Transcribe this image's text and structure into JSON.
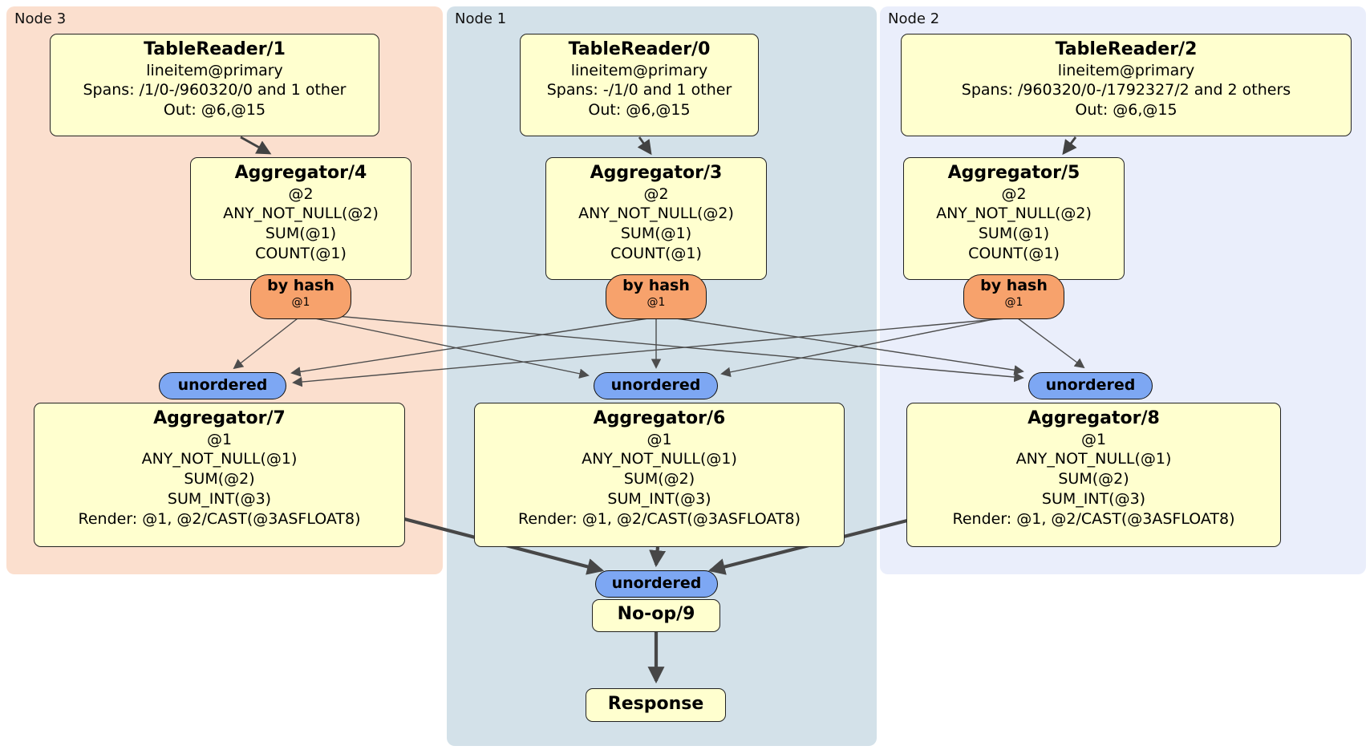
{
  "diagram": {
    "panels": [
      {
        "id": "node3",
        "label": "Node 3"
      },
      {
        "id": "node1",
        "label": "Node 1"
      },
      {
        "id": "node2",
        "label": "Node 2"
      }
    ],
    "processors": {
      "tr1": {
        "title": "TableReader/1",
        "lines": [
          "lineitem@primary",
          "Spans: /1/0-/960320/0 and 1 other",
          "Out: @6,@15"
        ]
      },
      "tr0": {
        "title": "TableReader/0",
        "lines": [
          "lineitem@primary",
          "Spans: -/1/0 and 1 other",
          "Out: @6,@15"
        ]
      },
      "tr2": {
        "title": "TableReader/2",
        "lines": [
          "lineitem@primary",
          "Spans: /960320/0-/1792327/2 and 2 others",
          "Out: @6,@15"
        ]
      },
      "agg4": {
        "title": "Aggregator/4",
        "lines": [
          "@2",
          "ANY_NOT_NULL(@2)",
          "SUM(@1)",
          "COUNT(@1)"
        ]
      },
      "agg3": {
        "title": "Aggregator/3",
        "lines": [
          "@2",
          "ANY_NOT_NULL(@2)",
          "SUM(@1)",
          "COUNT(@1)"
        ]
      },
      "agg5": {
        "title": "Aggregator/5",
        "lines": [
          "@2",
          "ANY_NOT_NULL(@2)",
          "SUM(@1)",
          "COUNT(@1)"
        ]
      },
      "agg7": {
        "title": "Aggregator/7",
        "lines": [
          "@1",
          "ANY_NOT_NULL(@1)",
          "SUM(@2)",
          "SUM_INT(@3)",
          "Render: @1, @2/CAST(@3ASFLOAT8)"
        ]
      },
      "agg6": {
        "title": "Aggregator/6",
        "lines": [
          "@1",
          "ANY_NOT_NULL(@1)",
          "SUM(@2)",
          "SUM_INT(@3)",
          "Render: @1, @2/CAST(@3ASFLOAT8)"
        ]
      },
      "agg8": {
        "title": "Aggregator/8",
        "lines": [
          "@1",
          "ANY_NOT_NULL(@1)",
          "SUM(@2)",
          "SUM_INT(@3)",
          "Render: @1, @2/CAST(@3ASFLOAT8)"
        ]
      },
      "noop": {
        "title": "No-op/9"
      },
      "response": {
        "title": "Response"
      }
    },
    "routers": {
      "by_hash": {
        "label": "by hash",
        "sub": "@1"
      }
    },
    "streams": {
      "unordered": {
        "label": "unordered"
      }
    },
    "edges": [
      "TableReader/1 -> Aggregator/4",
      "TableReader/0 -> Aggregator/3",
      "TableReader/2 -> Aggregator/5",
      "by-hash-4 -> unordered-7",
      "by-hash-4 -> unordered-6",
      "by-hash-4 -> unordered-8",
      "by-hash-3 -> unordered-7",
      "by-hash-3 -> unordered-6",
      "by-hash-3 -> unordered-8",
      "by-hash-5 -> unordered-7",
      "by-hash-5 -> unordered-6",
      "by-hash-5 -> unordered-8",
      "Aggregator/7 -> unordered-9",
      "Aggregator/6 -> unordered-9",
      "Aggregator/8 -> unordered-9",
      "No-op/9 -> Response"
    ],
    "colors": {
      "node3_bg": "#fbdfce",
      "node1_bg": "#d3e1e9",
      "node2_bg": "#eaeefb",
      "processor_fill": "#ffffcf",
      "router_fill": "#f7a26c",
      "stream_fill": "#7da7f3",
      "edge_thin": "#4d4d4d",
      "edge_thick": "#474747"
    }
  }
}
